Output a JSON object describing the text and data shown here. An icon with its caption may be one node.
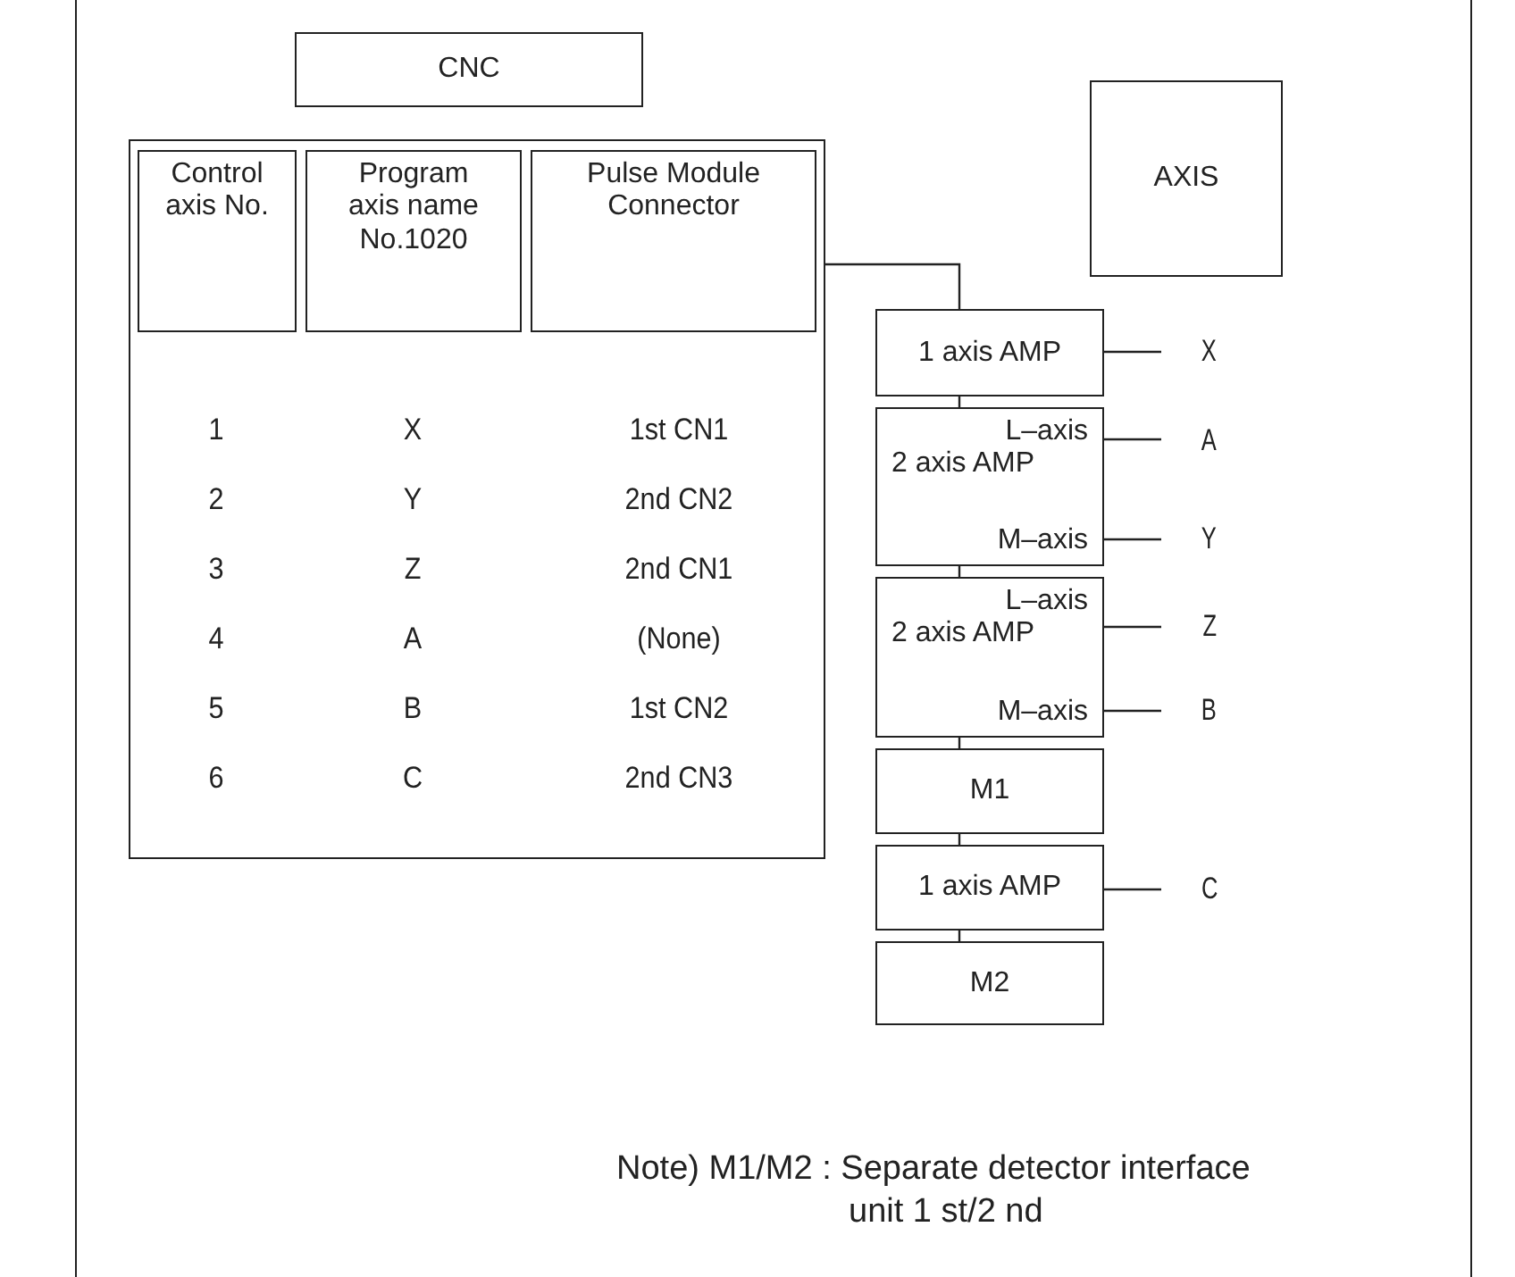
{
  "diagram": {
    "nodes": [
      {
        "text": [
          "CNC"
        ]
      },
      {
        "text": [],
        "shape": "box"
      },
      {
        "text": [
          "Control axis No."
        ],
        "in": 1
      },
      {
        "text": [
          "Program axis name No.1020"
        ],
        "in": 1
      },
      {
        "text": [
          "Pulse Module Connector"
        ],
        "in": 1
      },
      {
        "text": [
          "AXIS"
        ]
      },
      {
        "text": [
          "1 axis AMP"
        ]
      },
      {
        "text": [
          "L–axis",
          "2 axis AMP",
          "M–axis"
        ]
      },
      {
        "text": [
          "L–axis",
          "2 axis AMP",
          "M–axis"
        ]
      },
      {
        "text": [
          "M1"
        ]
      },
      {
        "text": [
          "1 axis AMP"
        ]
      },
      {
        "text": [
          "M2"
        ]
      },
      {
        "text": [
          "X"
        ]
      },
      {
        "text": [
          "A"
        ]
      },
      {
        "text": [
          "Y"
        ]
      },
      {
        "text": [
          "Z"
        ]
      },
      {
        "text": [
          "B"
        ]
      },
      {
        "text": [
          "C"
        ]
      }
    ],
    "edges": [
      {
        "from": 1,
        "to": 6,
        "arrow": "none"
      },
      {
        "from": 6,
        "to": 7,
        "arrow": "none"
      },
      {
        "from": 7,
        "to": 8,
        "arrow": "none"
      },
      {
        "from": 8,
        "to": 9,
        "arrow": "none"
      },
      {
        "from": 9,
        "to": 10,
        "arrow": "none"
      },
      {
        "from": 10,
        "to": 11,
        "arrow": "none"
      },
      {
        "from": 6,
        "to": 12,
        "arrow": "none"
      },
      {
        "from": 7,
        "to": 13,
        "arrow": "none"
      },
      {
        "from": 7,
        "to": 14,
        "arrow": "none"
      },
      {
        "from": 8,
        "to": 15,
        "arrow": "none"
      },
      {
        "from": 8,
        "to": 16,
        "arrow": "none"
      },
      {
        "from": 10,
        "to": 17,
        "arrow": "none"
      }
    ],
    "labels": [
      "1",
      "X",
      "1st CN1",
      "2",
      "Y",
      "2nd CN2",
      "3",
      "Z",
      "2nd CN1",
      "4",
      "A",
      "(None)",
      "5",
      "B",
      "1st CN2",
      "6",
      "C",
      "2nd CN3",
      "Note) M1/M2 : Separate detector interface unit 1 st/2 nd"
    ]
  }
}
